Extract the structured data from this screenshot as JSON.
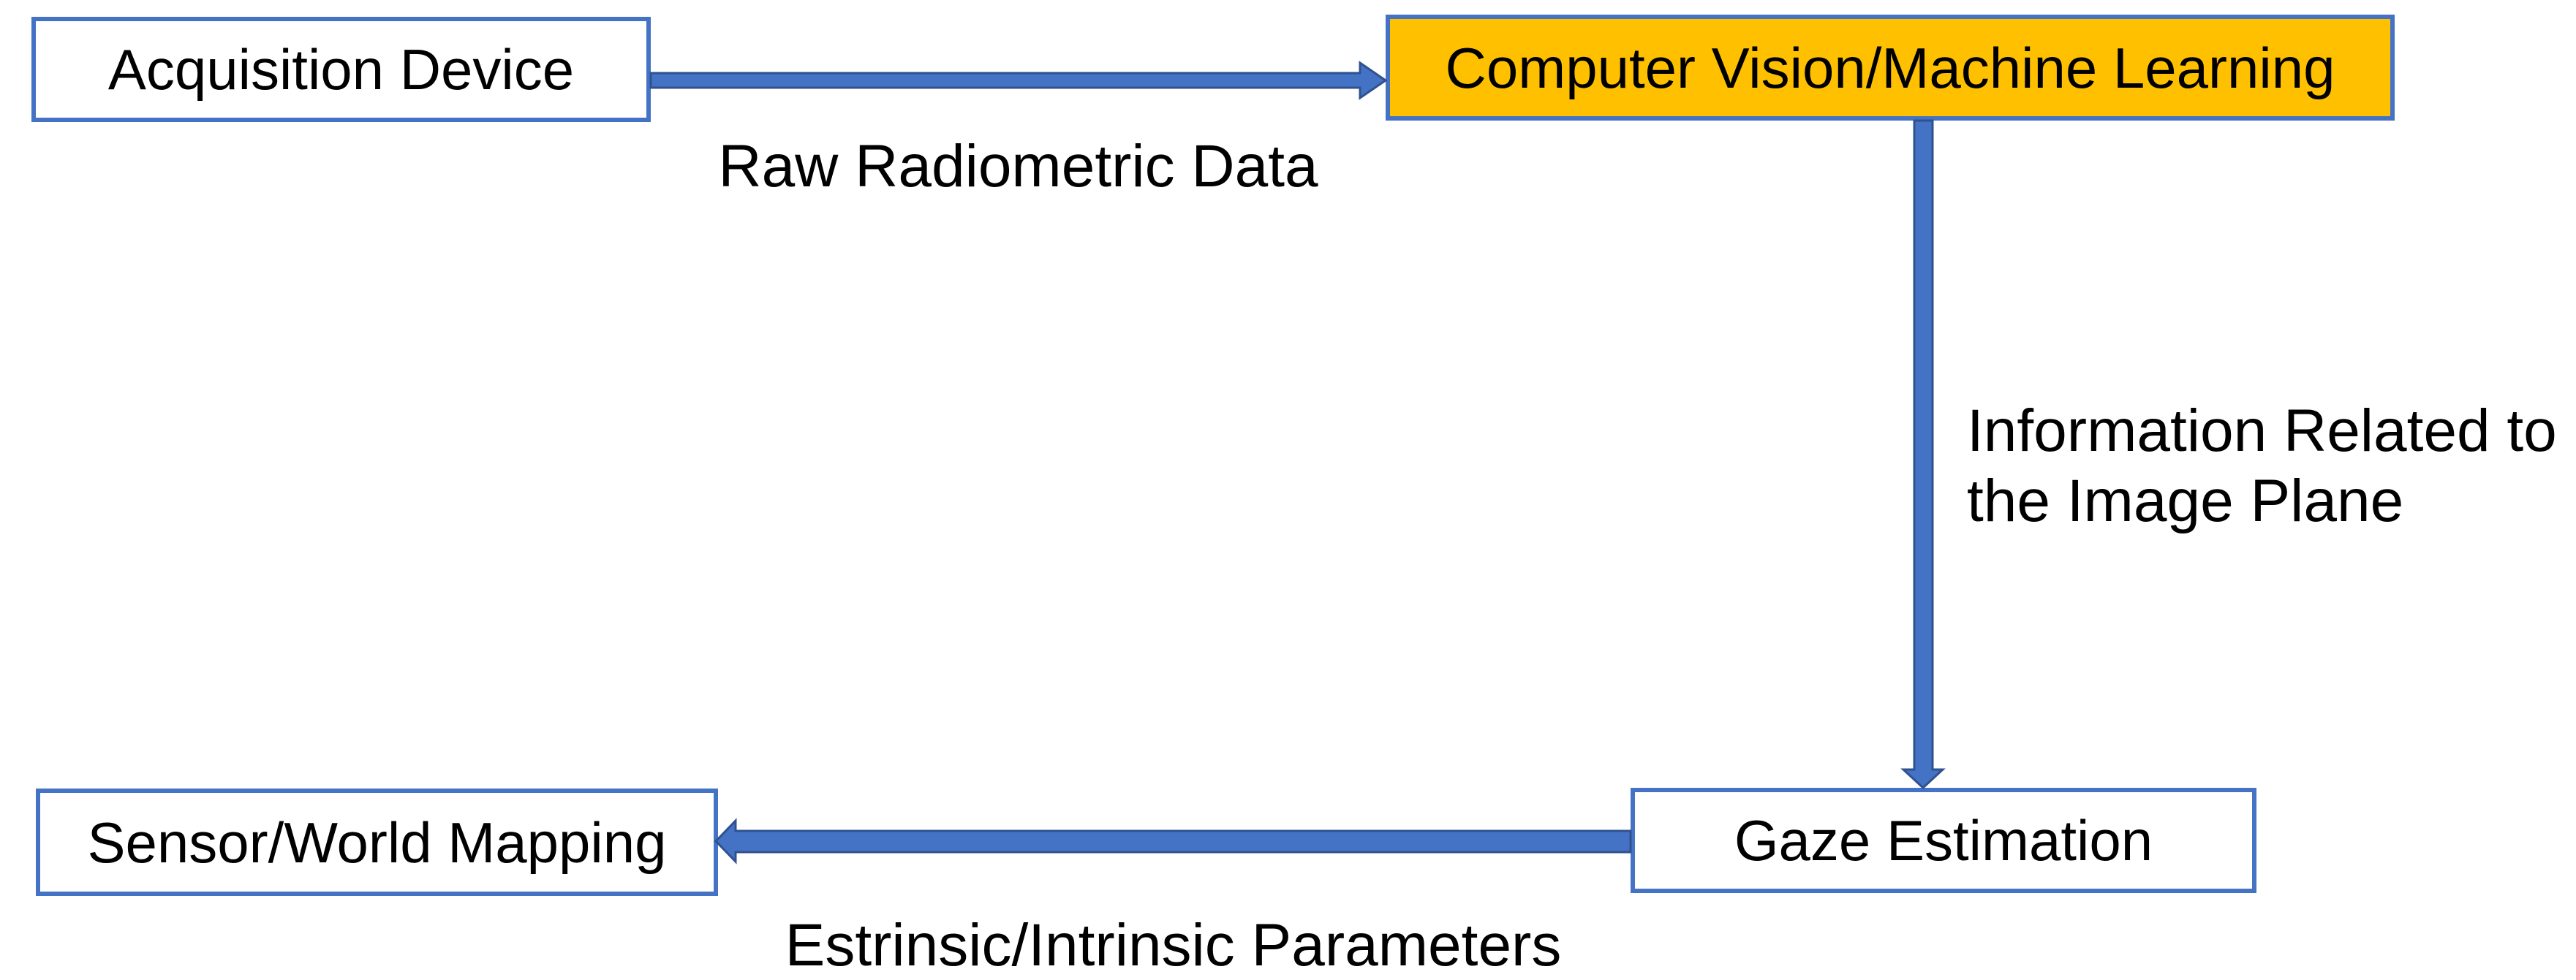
{
  "diagram": {
    "title": "Gaze estimation pipeline flowchart",
    "background": "#ffffff",
    "colors": {
      "box_border": "#4472c4",
      "box_fill": "#ffffff",
      "highlight_fill": "#ffc000",
      "arrow_fill": "#4472c4",
      "arrow_outline": "#2f528f",
      "text": "#000000"
    },
    "nodes": [
      {
        "id": "acquisition-device",
        "label": "Acquisition Device",
        "fill": "#ffffff"
      },
      {
        "id": "computer-vision-ml",
        "label": "Computer Vision/Machine Learning",
        "fill": "#ffc000"
      },
      {
        "id": "gaze-estimation",
        "label": "Gaze Estimation",
        "fill": "#ffffff"
      },
      {
        "id": "sensor-world-mapping",
        "label": "Sensor/World Mapping",
        "fill": "#ffffff"
      }
    ],
    "edges": [
      {
        "from": "acquisition-device",
        "to": "computer-vision-ml",
        "direction": "right",
        "label": "Raw Radiometric Data",
        "lines": [
          "Raw Radiometric Data"
        ]
      },
      {
        "from": "computer-vision-ml",
        "to": "gaze-estimation",
        "direction": "down",
        "label": "Information Related to the Image Plane",
        "lines": [
          "Information Related to",
          "the Image Plane"
        ]
      },
      {
        "from": "gaze-estimation",
        "to": "sensor-world-mapping",
        "direction": "left",
        "label": "Estrinsic/Intrinsic Parameters",
        "lines": [
          "Estrinsic/Intrinsic Parameters"
        ]
      }
    ]
  }
}
